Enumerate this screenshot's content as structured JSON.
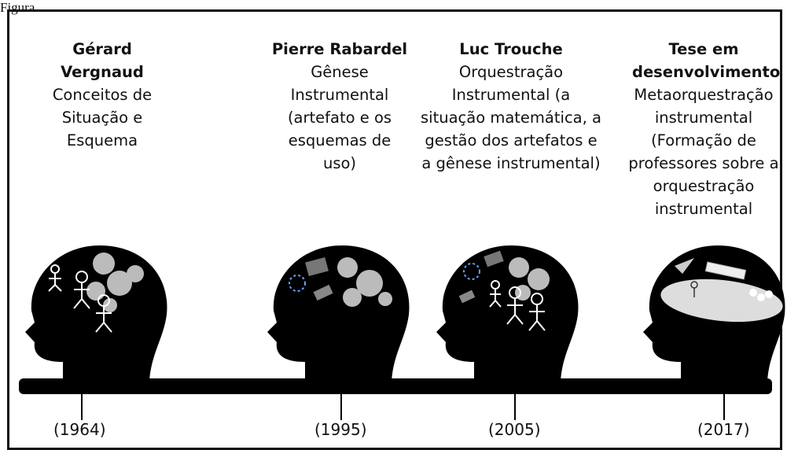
{
  "caption": "Figura",
  "timeline": [
    {
      "name": "Gérard Vergnaud",
      "text": "Conceitos de Situação e Esquema",
      "year": "(1964)"
    },
    {
      "name": "Pierre Rabardel",
      "text": "Gênese Instrumental (artefato e os esquemas de uso)",
      "year": "(1995)"
    },
    {
      "name": "Luc Trouche",
      "text": "Orquestração Instrumental (a situação matemática, a gestão dos artefatos e a gênese instrumental)",
      "year": "(2005)"
    },
    {
      "name": "Tese em desenvolvimento",
      "text": "Metaorquestração instrumental (Formação de professores sobre a orquestração instrumental",
      "year": "(2017)"
    }
  ],
  "icons": [
    "head-gears-stickfigures",
    "head-gears-tools",
    "head-gears-tools-stickfigures",
    "head-classroom-ellipse"
  ]
}
